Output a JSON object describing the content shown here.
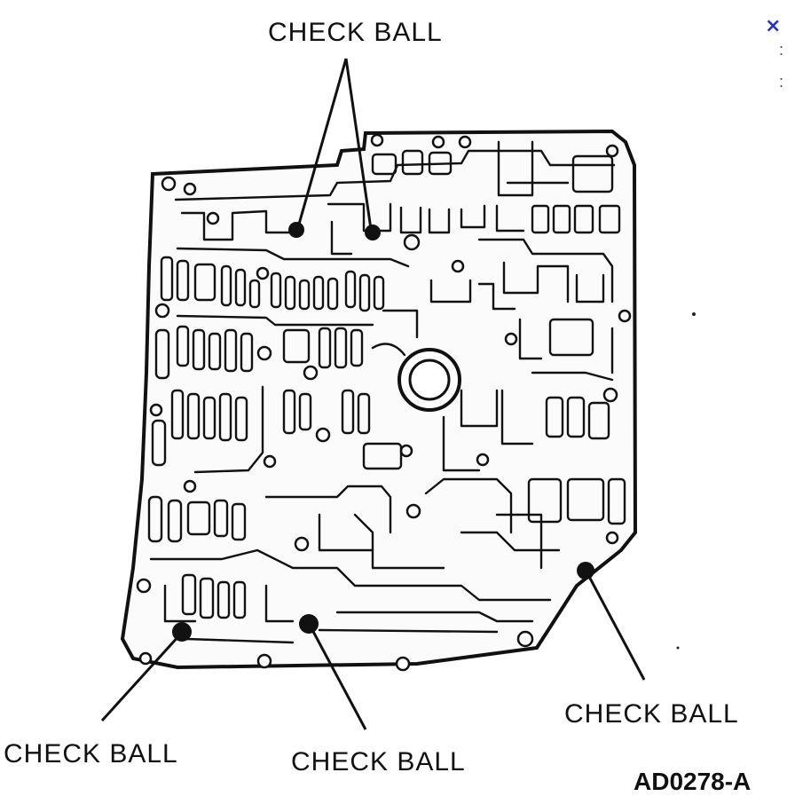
{
  "diagram": {
    "callouts": {
      "top": "CHECK BALL",
      "bottom_left": "CHECK BALL",
      "bottom_center": "CHECK BALL",
      "bottom_right": "CHECK BALL"
    },
    "figure_id": "AD0278-A"
  },
  "controls": {
    "close_icon": "close-icon",
    "close_glyph": "×",
    "close_color": "#2430c8"
  }
}
